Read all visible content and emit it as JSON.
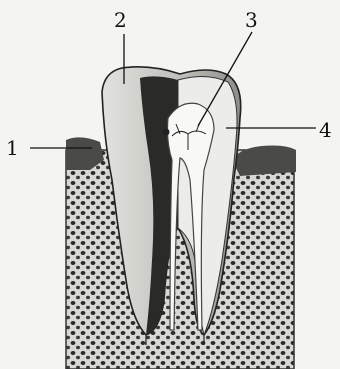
{
  "labels": {
    "one": "1",
    "two": "2",
    "three": "3",
    "four": "4"
  },
  "colors": {
    "background": "#f4f4f2",
    "bone": "#9a9a96",
    "enamel": "#d6d6d2",
    "dentin_dark": "#2a2a28",
    "pulp": "#eeeeec",
    "gum": "#3c3c3a",
    "line": "#111111"
  }
}
